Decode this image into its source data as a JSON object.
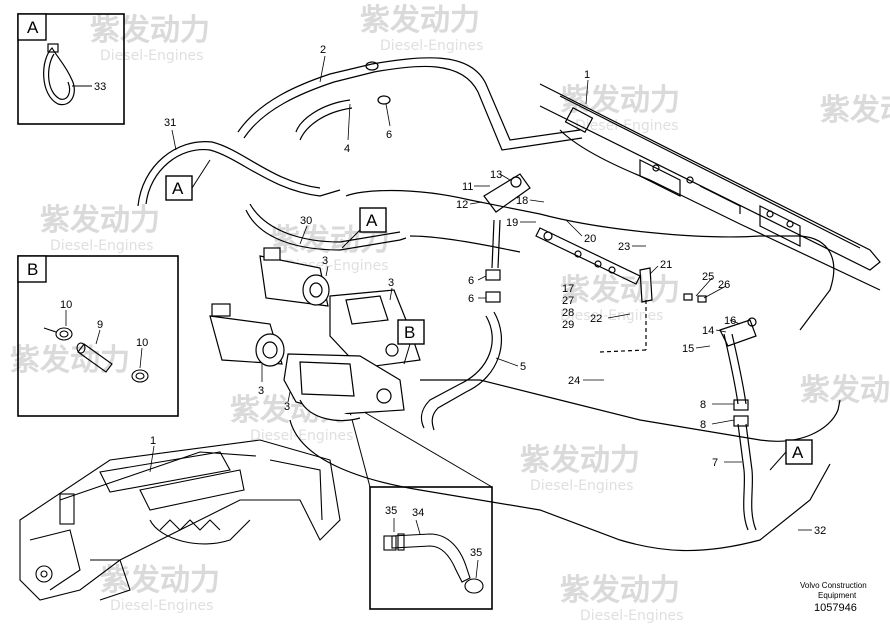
{
  "watermark": {
    "brand": "紫发动力",
    "sub": "Diesel-Engines"
  },
  "callout_letters": {
    "A": "A",
    "B": "B"
  },
  "part_labels": [
    "1",
    "2",
    "3",
    "4",
    "5",
    "6",
    "7",
    "8",
    "9",
    "10",
    "11",
    "12",
    "13",
    "14",
    "15",
    "16",
    "17",
    "18",
    "19",
    "20",
    "21",
    "22",
    "23",
    "24",
    "25",
    "26",
    "27",
    "28",
    "29",
    "30",
    "31",
    "32",
    "33",
    "34",
    "35"
  ],
  "footer": {
    "line1": "Volvo Construction",
    "line2": "Equipment",
    "drawing_number": "1057946"
  },
  "colors": {
    "line": "#000000",
    "watermark": "#d6d6d6",
    "background": "#ffffff"
  }
}
